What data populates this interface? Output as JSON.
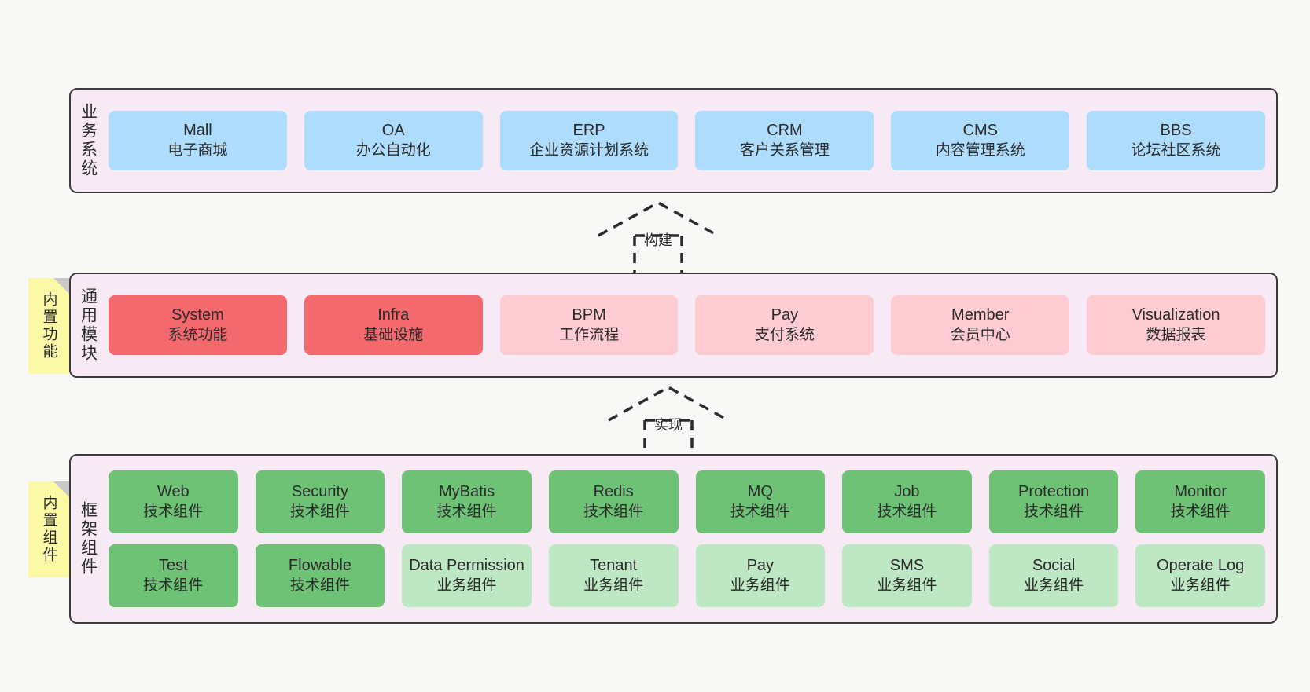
{
  "colors": {
    "page_bg": "#f8f8f7",
    "layer_bg": "#f7eaf4",
    "layer_border": "#3c3c3c",
    "blue": "#aedcfc",
    "red": "#f4696e",
    "pink": "#fdcbd2",
    "green": "#6dc276",
    "light_green": "#bee7c3",
    "note_yellow": "#fbf9a5",
    "note_fold": "#c9c9c9"
  },
  "layers": [
    {
      "id": "business-system",
      "title": "业务系统",
      "rows": [
        [
          {
            "en": "Mall",
            "cn": "电子商城",
            "color": "blue"
          },
          {
            "en": "OA",
            "cn": "办公自动化",
            "color": "blue"
          },
          {
            "en": "ERP",
            "cn": "企业资源计划系统",
            "color": "blue"
          },
          {
            "en": "CRM",
            "cn": "客户关系管理",
            "color": "blue"
          },
          {
            "en": "CMS",
            "cn": "内容管理系统",
            "color": "blue"
          },
          {
            "en": "BBS",
            "cn": "论坛社区系统",
            "color": "blue"
          }
        ]
      ]
    },
    {
      "id": "common-module",
      "title": "通用模块",
      "note": "内置功能",
      "rows": [
        [
          {
            "en": "System",
            "cn": "系统功能",
            "color": "red"
          },
          {
            "en": "Infra",
            "cn": "基础设施",
            "color": "red"
          },
          {
            "en": "BPM",
            "cn": "工作流程",
            "color": "pink"
          },
          {
            "en": "Pay",
            "cn": "支付系统",
            "color": "pink"
          },
          {
            "en": "Member",
            "cn": "会员中心",
            "color": "pink"
          },
          {
            "en": "Visualization",
            "cn": "数据报表",
            "color": "pink"
          }
        ]
      ]
    },
    {
      "id": "framework-component",
      "title": "框架组件",
      "note": "内置组件",
      "rows": [
        [
          {
            "en": "Web",
            "cn": "技术组件",
            "color": "green"
          },
          {
            "en": "Security",
            "cn": "技术组件",
            "color": "green"
          },
          {
            "en": "MyBatis",
            "cn": "技术组件",
            "color": "green"
          },
          {
            "en": "Redis",
            "cn": "技术组件",
            "color": "green"
          },
          {
            "en": "MQ",
            "cn": "技术组件",
            "color": "green"
          },
          {
            "en": "Job",
            "cn": "技术组件",
            "color": "green"
          },
          {
            "en": "Protection",
            "cn": "技术组件",
            "color": "green"
          },
          {
            "en": "Monitor",
            "cn": "技术组件",
            "color": "green"
          }
        ],
        [
          {
            "en": "Test",
            "cn": "技术组件",
            "color": "green"
          },
          {
            "en": "Flowable",
            "cn": "技术组件",
            "color": "green"
          },
          {
            "en": "Data Permission",
            "cn": "业务组件",
            "color": "lgreen"
          },
          {
            "en": "Tenant",
            "cn": "业务组件",
            "color": "lgreen"
          },
          {
            "en": "Pay",
            "cn": "业务组件",
            "color": "lgreen"
          },
          {
            "en": "SMS",
            "cn": "业务组件",
            "color": "lgreen"
          },
          {
            "en": "Social",
            "cn": "业务组件",
            "color": "lgreen"
          },
          {
            "en": "Operate Log",
            "cn": "业务组件",
            "color": "lgreen"
          }
        ]
      ]
    }
  ],
  "connectors": [
    {
      "id": "build",
      "label": "构建",
      "from": "common-module",
      "to": "business-system"
    },
    {
      "id": "implement",
      "label": "实现",
      "from": "framework-component",
      "to": "common-module"
    }
  ]
}
